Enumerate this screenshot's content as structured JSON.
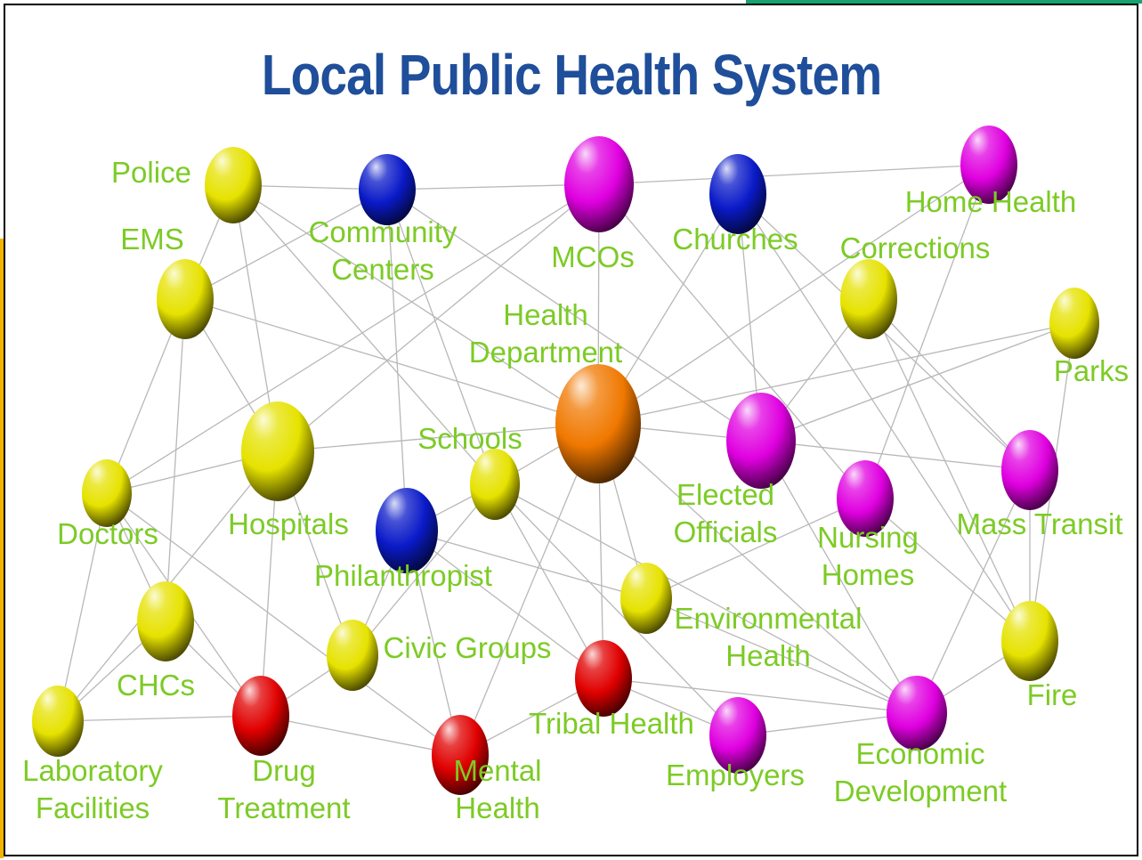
{
  "title": "Local Public Health System",
  "colors": {
    "title": "#1f4e9a",
    "label": "#7ccb25",
    "edge": "#b8b8b8",
    "accent_bar": "#16a36f",
    "left_accent": "#f2b400",
    "yellow": "#e6e200",
    "blue": "#0a1ac8",
    "magenta": "#e000e0",
    "red": "#e00000",
    "orange": "#f07800"
  },
  "nodes": [
    {
      "id": "police",
      "label": [
        "Police"
      ],
      "color": "yellow",
      "icon": "sphere-icon"
    },
    {
      "id": "community-centers",
      "label": [
        "Community",
        "Centers"
      ],
      "color": "blue",
      "icon": "sphere-icon"
    },
    {
      "id": "mcos",
      "label": [
        "MCOs"
      ],
      "color": "magenta",
      "icon": "sphere-icon"
    },
    {
      "id": "churches",
      "label": [
        "Churches"
      ],
      "color": "blue",
      "icon": "sphere-icon"
    },
    {
      "id": "home-health",
      "label": [
        "Home Health"
      ],
      "color": "magenta",
      "icon": "sphere-icon"
    },
    {
      "id": "ems",
      "label": [
        "EMS"
      ],
      "color": "yellow",
      "icon": "sphere-icon"
    },
    {
      "id": "corrections",
      "label": [
        "Corrections"
      ],
      "color": "yellow",
      "icon": "sphere-icon"
    },
    {
      "id": "parks",
      "label": [
        "Parks"
      ],
      "color": "yellow",
      "icon": "sphere-icon"
    },
    {
      "id": "health-department",
      "label": [
        "Health",
        "Department"
      ],
      "color": "orange",
      "icon": "sphere-icon"
    },
    {
      "id": "schools",
      "label": [
        "Schools"
      ],
      "color": "yellow",
      "icon": "sphere-icon"
    },
    {
      "id": "hospitals",
      "label": [
        "Hospitals"
      ],
      "color": "yellow",
      "icon": "sphere-icon"
    },
    {
      "id": "doctors",
      "label": [
        "Doctors"
      ],
      "color": "yellow",
      "icon": "sphere-icon"
    },
    {
      "id": "philanthropist",
      "label": [
        "Philanthropist"
      ],
      "color": "blue",
      "icon": "sphere-icon"
    },
    {
      "id": "elected-officials",
      "label": [
        "Elected",
        "Officials"
      ],
      "color": "magenta",
      "icon": "sphere-icon"
    },
    {
      "id": "nursing-homes",
      "label": [
        "Nursing",
        "Homes"
      ],
      "color": "magenta",
      "icon": "sphere-icon"
    },
    {
      "id": "mass-transit",
      "label": [
        "Mass Transit"
      ],
      "color": "magenta",
      "icon": "sphere-icon"
    },
    {
      "id": "environmental-health",
      "label": [
        "Environmental",
        "Health"
      ],
      "color": "yellow",
      "icon": "sphere-icon"
    },
    {
      "id": "chcs",
      "label": [
        "CHCs"
      ],
      "color": "yellow",
      "icon": "sphere-icon"
    },
    {
      "id": "civic-groups",
      "label": [
        "Civic Groups"
      ],
      "color": "yellow",
      "icon": "sphere-icon"
    },
    {
      "id": "tribal-health",
      "label": [
        "Tribal Health"
      ],
      "color": "red",
      "icon": "sphere-icon"
    },
    {
      "id": "fire",
      "label": [
        "Fire"
      ],
      "color": "yellow",
      "icon": "sphere-icon"
    },
    {
      "id": "laboratory-facilities",
      "label": [
        "Laboratory",
        "Facilities"
      ],
      "color": "yellow",
      "icon": "sphere-icon"
    },
    {
      "id": "drug-treatment",
      "label": [
        "Drug",
        "Treatment"
      ],
      "color": "red",
      "icon": "sphere-icon"
    },
    {
      "id": "mental-health",
      "label": [
        "Mental",
        "Health"
      ],
      "color": "red",
      "icon": "sphere-icon"
    },
    {
      "id": "employers",
      "label": [
        "Employers"
      ],
      "color": "magenta",
      "icon": "sphere-icon"
    },
    {
      "id": "economic-development",
      "label": [
        "Economic",
        "Development"
      ],
      "color": "magenta",
      "icon": "sphere-icon"
    }
  ],
  "edges": [
    [
      "police",
      "community-centers"
    ],
    [
      "police",
      "ems"
    ],
    [
      "police",
      "hospitals"
    ],
    [
      "police",
      "schools"
    ],
    [
      "police",
      "health-department"
    ],
    [
      "community-centers",
      "mcos"
    ],
    [
      "community-centers",
      "ems"
    ],
    [
      "community-centers",
      "philanthropist"
    ],
    [
      "community-centers",
      "schools"
    ],
    [
      "community-centers",
      "elected-officials"
    ],
    [
      "mcos",
      "home-health"
    ],
    [
      "mcos",
      "health-department"
    ],
    [
      "mcos",
      "hospitals"
    ],
    [
      "mcos",
      "doctors"
    ],
    [
      "mcos",
      "nursing-homes"
    ],
    [
      "churches",
      "health-department"
    ],
    [
      "churches",
      "elected-officials"
    ],
    [
      "churches",
      "mass-transit"
    ],
    [
      "churches",
      "fire"
    ],
    [
      "home-health",
      "health-department"
    ],
    [
      "home-health",
      "nursing-homes"
    ],
    [
      "ems",
      "doctors"
    ],
    [
      "ems",
      "hospitals"
    ],
    [
      "ems",
      "chcs"
    ],
    [
      "ems",
      "health-department"
    ],
    [
      "corrections",
      "elected-officials"
    ],
    [
      "corrections",
      "mass-transit"
    ],
    [
      "corrections",
      "fire"
    ],
    [
      "parks",
      "health-department"
    ],
    [
      "parks",
      "elected-officials"
    ],
    [
      "parks",
      "fire"
    ],
    [
      "health-department",
      "elected-officials"
    ],
    [
      "health-department",
      "hospitals"
    ],
    [
      "health-department",
      "schools"
    ],
    [
      "health-department",
      "tribal-health"
    ],
    [
      "health-department",
      "environmental-health"
    ],
    [
      "health-department",
      "mental-health"
    ],
    [
      "health-department",
      "economic-development"
    ],
    [
      "schools",
      "philanthropist"
    ],
    [
      "schools",
      "tribal-health"
    ],
    [
      "schools",
      "employers"
    ],
    [
      "schools",
      "economic-development"
    ],
    [
      "schools",
      "civic-groups"
    ],
    [
      "hospitals",
      "doctors"
    ],
    [
      "hospitals",
      "civic-groups"
    ],
    [
      "hospitals",
      "drug-treatment"
    ],
    [
      "hospitals",
      "laboratory-facilities"
    ],
    [
      "doctors",
      "chcs"
    ],
    [
      "doctors",
      "drug-treatment"
    ],
    [
      "doctors",
      "mental-health"
    ],
    [
      "doctors",
      "laboratory-facilities"
    ],
    [
      "philanthropist",
      "environmental-health"
    ],
    [
      "philanthropist",
      "civic-groups"
    ],
    [
      "philanthropist",
      "mental-health"
    ],
    [
      "philanthropist",
      "tribal-health"
    ],
    [
      "elected-officials",
      "mass-transit"
    ],
    [
      "elected-officials",
      "economic-development"
    ],
    [
      "nursing-homes",
      "environmental-health"
    ],
    [
      "nursing-homes",
      "fire"
    ],
    [
      "mass-transit",
      "fire"
    ],
    [
      "mass-transit",
      "economic-development"
    ],
    [
      "environmental-health",
      "economic-development"
    ],
    [
      "chcs",
      "drug-treatment"
    ],
    [
      "chcs",
      "laboratory-facilities"
    ],
    [
      "civic-groups",
      "drug-treatment"
    ],
    [
      "tribal-health",
      "employers"
    ],
    [
      "tribal-health",
      "mental-health"
    ],
    [
      "tribal-health",
      "economic-development"
    ],
    [
      "fire",
      "economic-development"
    ],
    [
      "laboratory-facilities",
      "drug-treatment"
    ],
    [
      "drug-treatment",
      "mental-health"
    ],
    [
      "employers",
      "economic-development"
    ]
  ]
}
